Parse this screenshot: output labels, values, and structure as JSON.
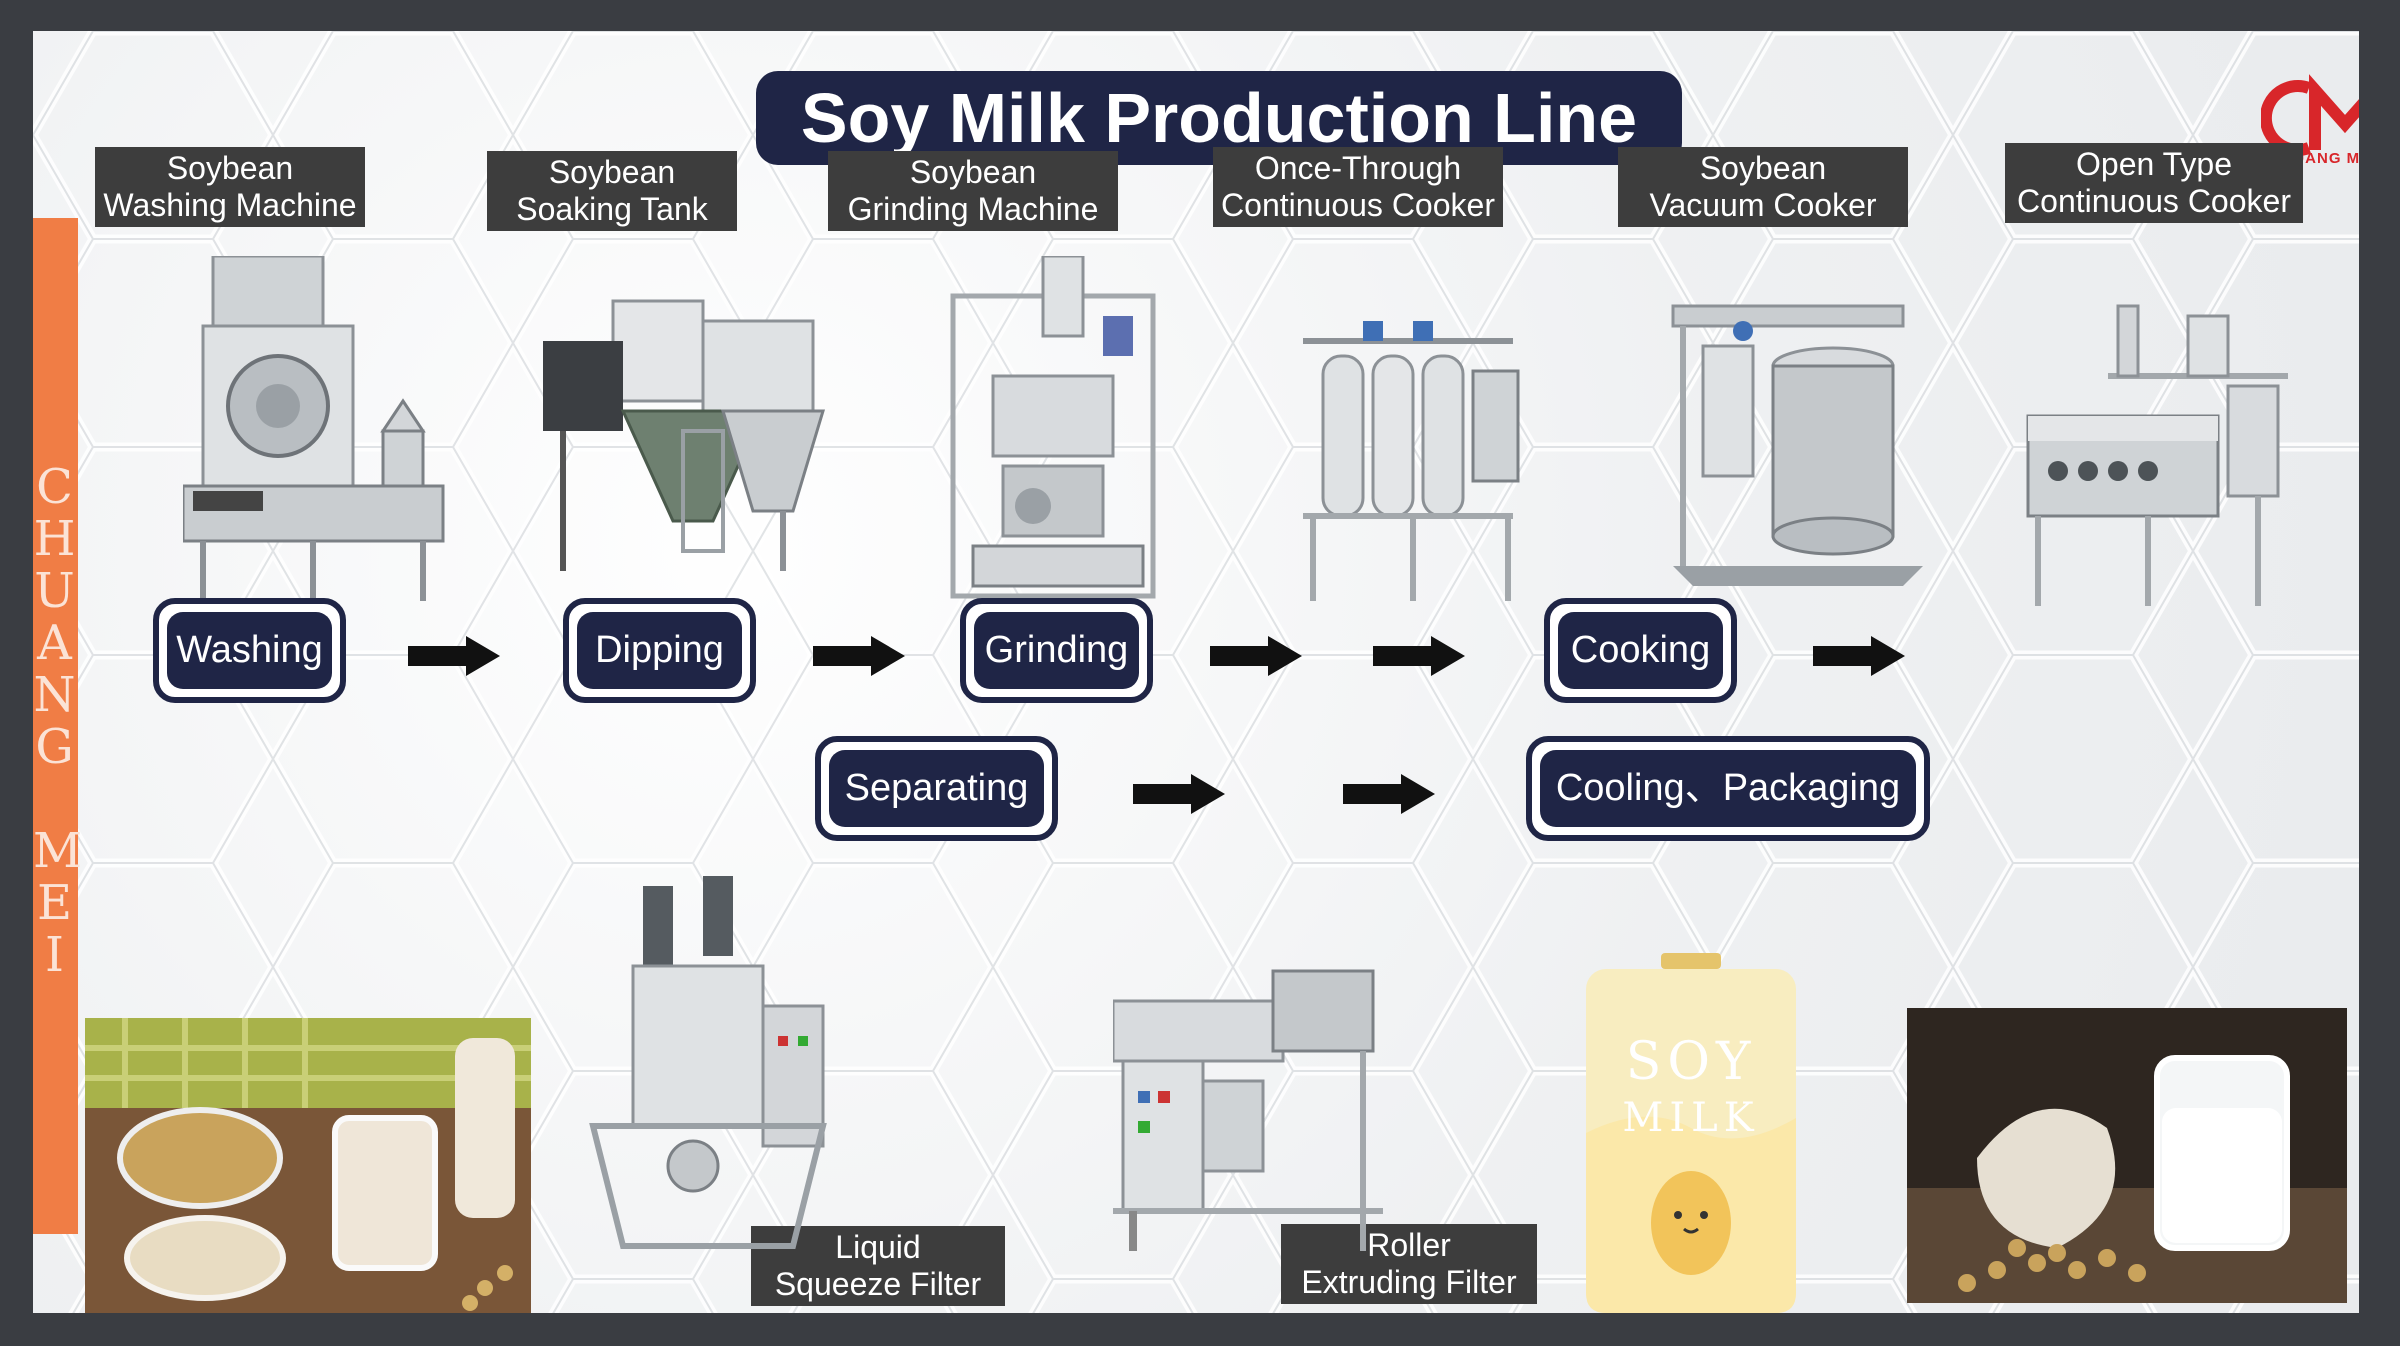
{
  "title": "Soy Milk Production Line",
  "brand": {
    "name": "CHUANG MEI",
    "logo_letters": "CM",
    "side_letters": [
      "C",
      "H",
      "U",
      "A",
      "N",
      "G",
      "",
      "M",
      "E",
      "I"
    ],
    "accent": "#d8262a",
    "band_color": "#f07d45"
  },
  "machines": {
    "washing": [
      "Soybean",
      "Washing Machine"
    ],
    "soaking": [
      "Soybean",
      "Soaking Tank"
    ],
    "grinding": [
      "Soybean",
      "Grinding Machine"
    ],
    "once_through": [
      "Once-Through",
      "Continuous Cooker"
    ],
    "vacuum": [
      "Soybean",
      "Vacuum Cooker"
    ],
    "open_type": [
      "Open Type",
      "Continuous Cooker"
    ],
    "squeeze": [
      "Liquid",
      "Squeeze Filter"
    ],
    "roller": [
      "Roller",
      "Extruding Filter"
    ]
  },
  "steps": {
    "washing": "Washing",
    "dipping": "Dipping",
    "grinding": "Grinding",
    "cooking": "Cooking",
    "separating": "Separating",
    "cooling_packaging": "Cooling、Packaging"
  },
  "package": {
    "line1": "SOY",
    "line2": "MILK"
  },
  "colors": {
    "step_fill": "#1f2546",
    "label_fill": "#3d3d3d",
    "arrow": "#111111"
  }
}
